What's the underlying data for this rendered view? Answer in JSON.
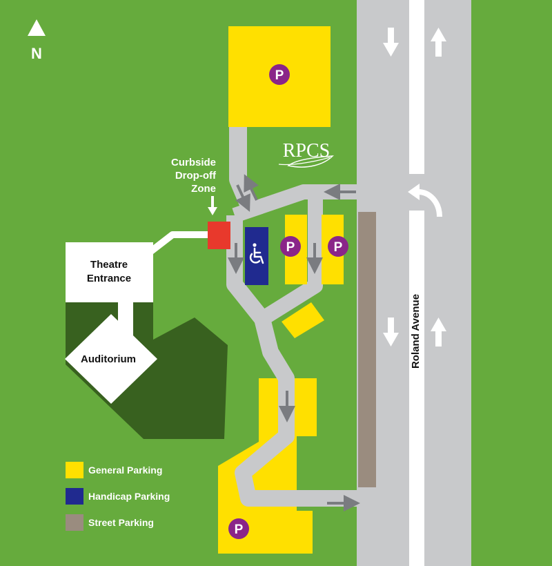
{
  "colors": {
    "grass": "#66ab3d",
    "building_shadow": "#38611f",
    "road": "#c8c9cb",
    "lane_stripe": "#ffffff",
    "general_parking": "#ffe000",
    "handicap_parking": "#202a8f",
    "street_parking": "#9a8c7f",
    "parking_badge": "#8a2589",
    "dropoff_zone": "#e8392c",
    "arrow": "#7a7c80"
  },
  "compass": {
    "label": "N",
    "icon": "north-arrow-icon"
  },
  "logo": {
    "text": "RPCS"
  },
  "labels": {
    "dropoff": [
      "Curbside",
      "Drop-off",
      "Zone"
    ],
    "theatre": [
      "Theatre",
      "Entrance"
    ],
    "auditorium": "Auditorium",
    "road_name": "Roland Avenue",
    "parking_symbol": "P"
  },
  "legend": [
    {
      "label": "General Parking",
      "color": "#ffe000"
    },
    {
      "label": "Handicap Parking",
      "color": "#202a8f"
    },
    {
      "label": "Street Parking",
      "color": "#9a8c7f"
    }
  ],
  "icons": [
    "north-arrow-icon",
    "wheelchair-icon",
    "parking-p-icon",
    "direction-arrow-icon",
    "u-turn-arrow-icon"
  ]
}
